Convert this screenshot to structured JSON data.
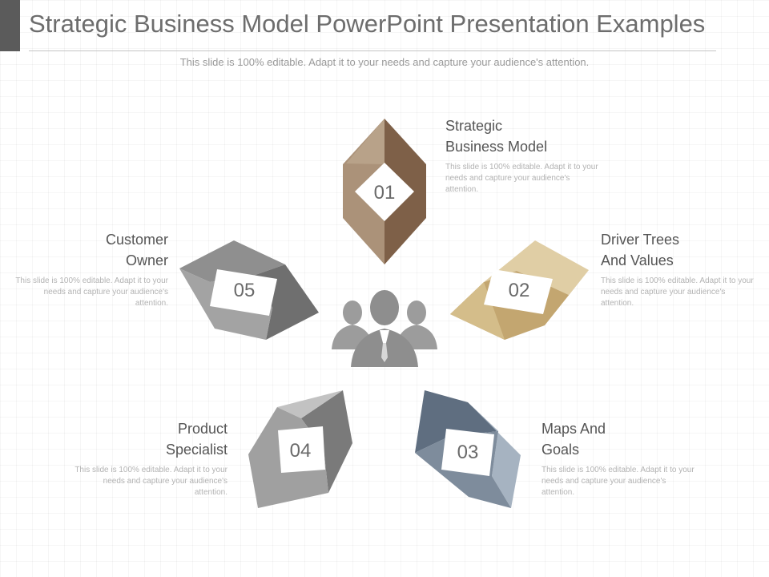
{
  "slide": {
    "title": "Strategic Business Model PowerPoint Presentation Examples",
    "subtitle": "This slide is 100% editable. Adapt it to your needs and capture your audience's attention."
  },
  "items": [
    {
      "number": "01",
      "title_line1": "Strategic",
      "title_line2": "Business Model",
      "description": "This slide is 100% editable. Adapt it to your needs and capture your audience's attention.",
      "color": "#9f8770"
    },
    {
      "number": "02",
      "title_line1": "Driver Trees",
      "title_line2": "And Values",
      "description": "This slide is 100% editable. Adapt it to your needs and capture your audience's attention.",
      "color": "#c7b07f"
    },
    {
      "number": "03",
      "title_line1": "Maps And",
      "title_line2": "Goals",
      "description": "This slide is 100% editable. Adapt it to your needs and capture your audience's attention.",
      "color": "#7d8b9a"
    },
    {
      "number": "04",
      "title_line1": "Product",
      "title_line2": "Specialist",
      "description": "This slide is 100% editable. Adapt it to your needs and capture your audience's attention.",
      "color": "#8f8f8f"
    },
    {
      "number": "05",
      "title_line1": "Customer",
      "title_line2": "Owner",
      "description": "This slide is 100% editable. Adapt it to your needs and capture your audience's attention.",
      "color": "#7e7e7e"
    }
  ],
  "center_icon": "people-group-icon"
}
